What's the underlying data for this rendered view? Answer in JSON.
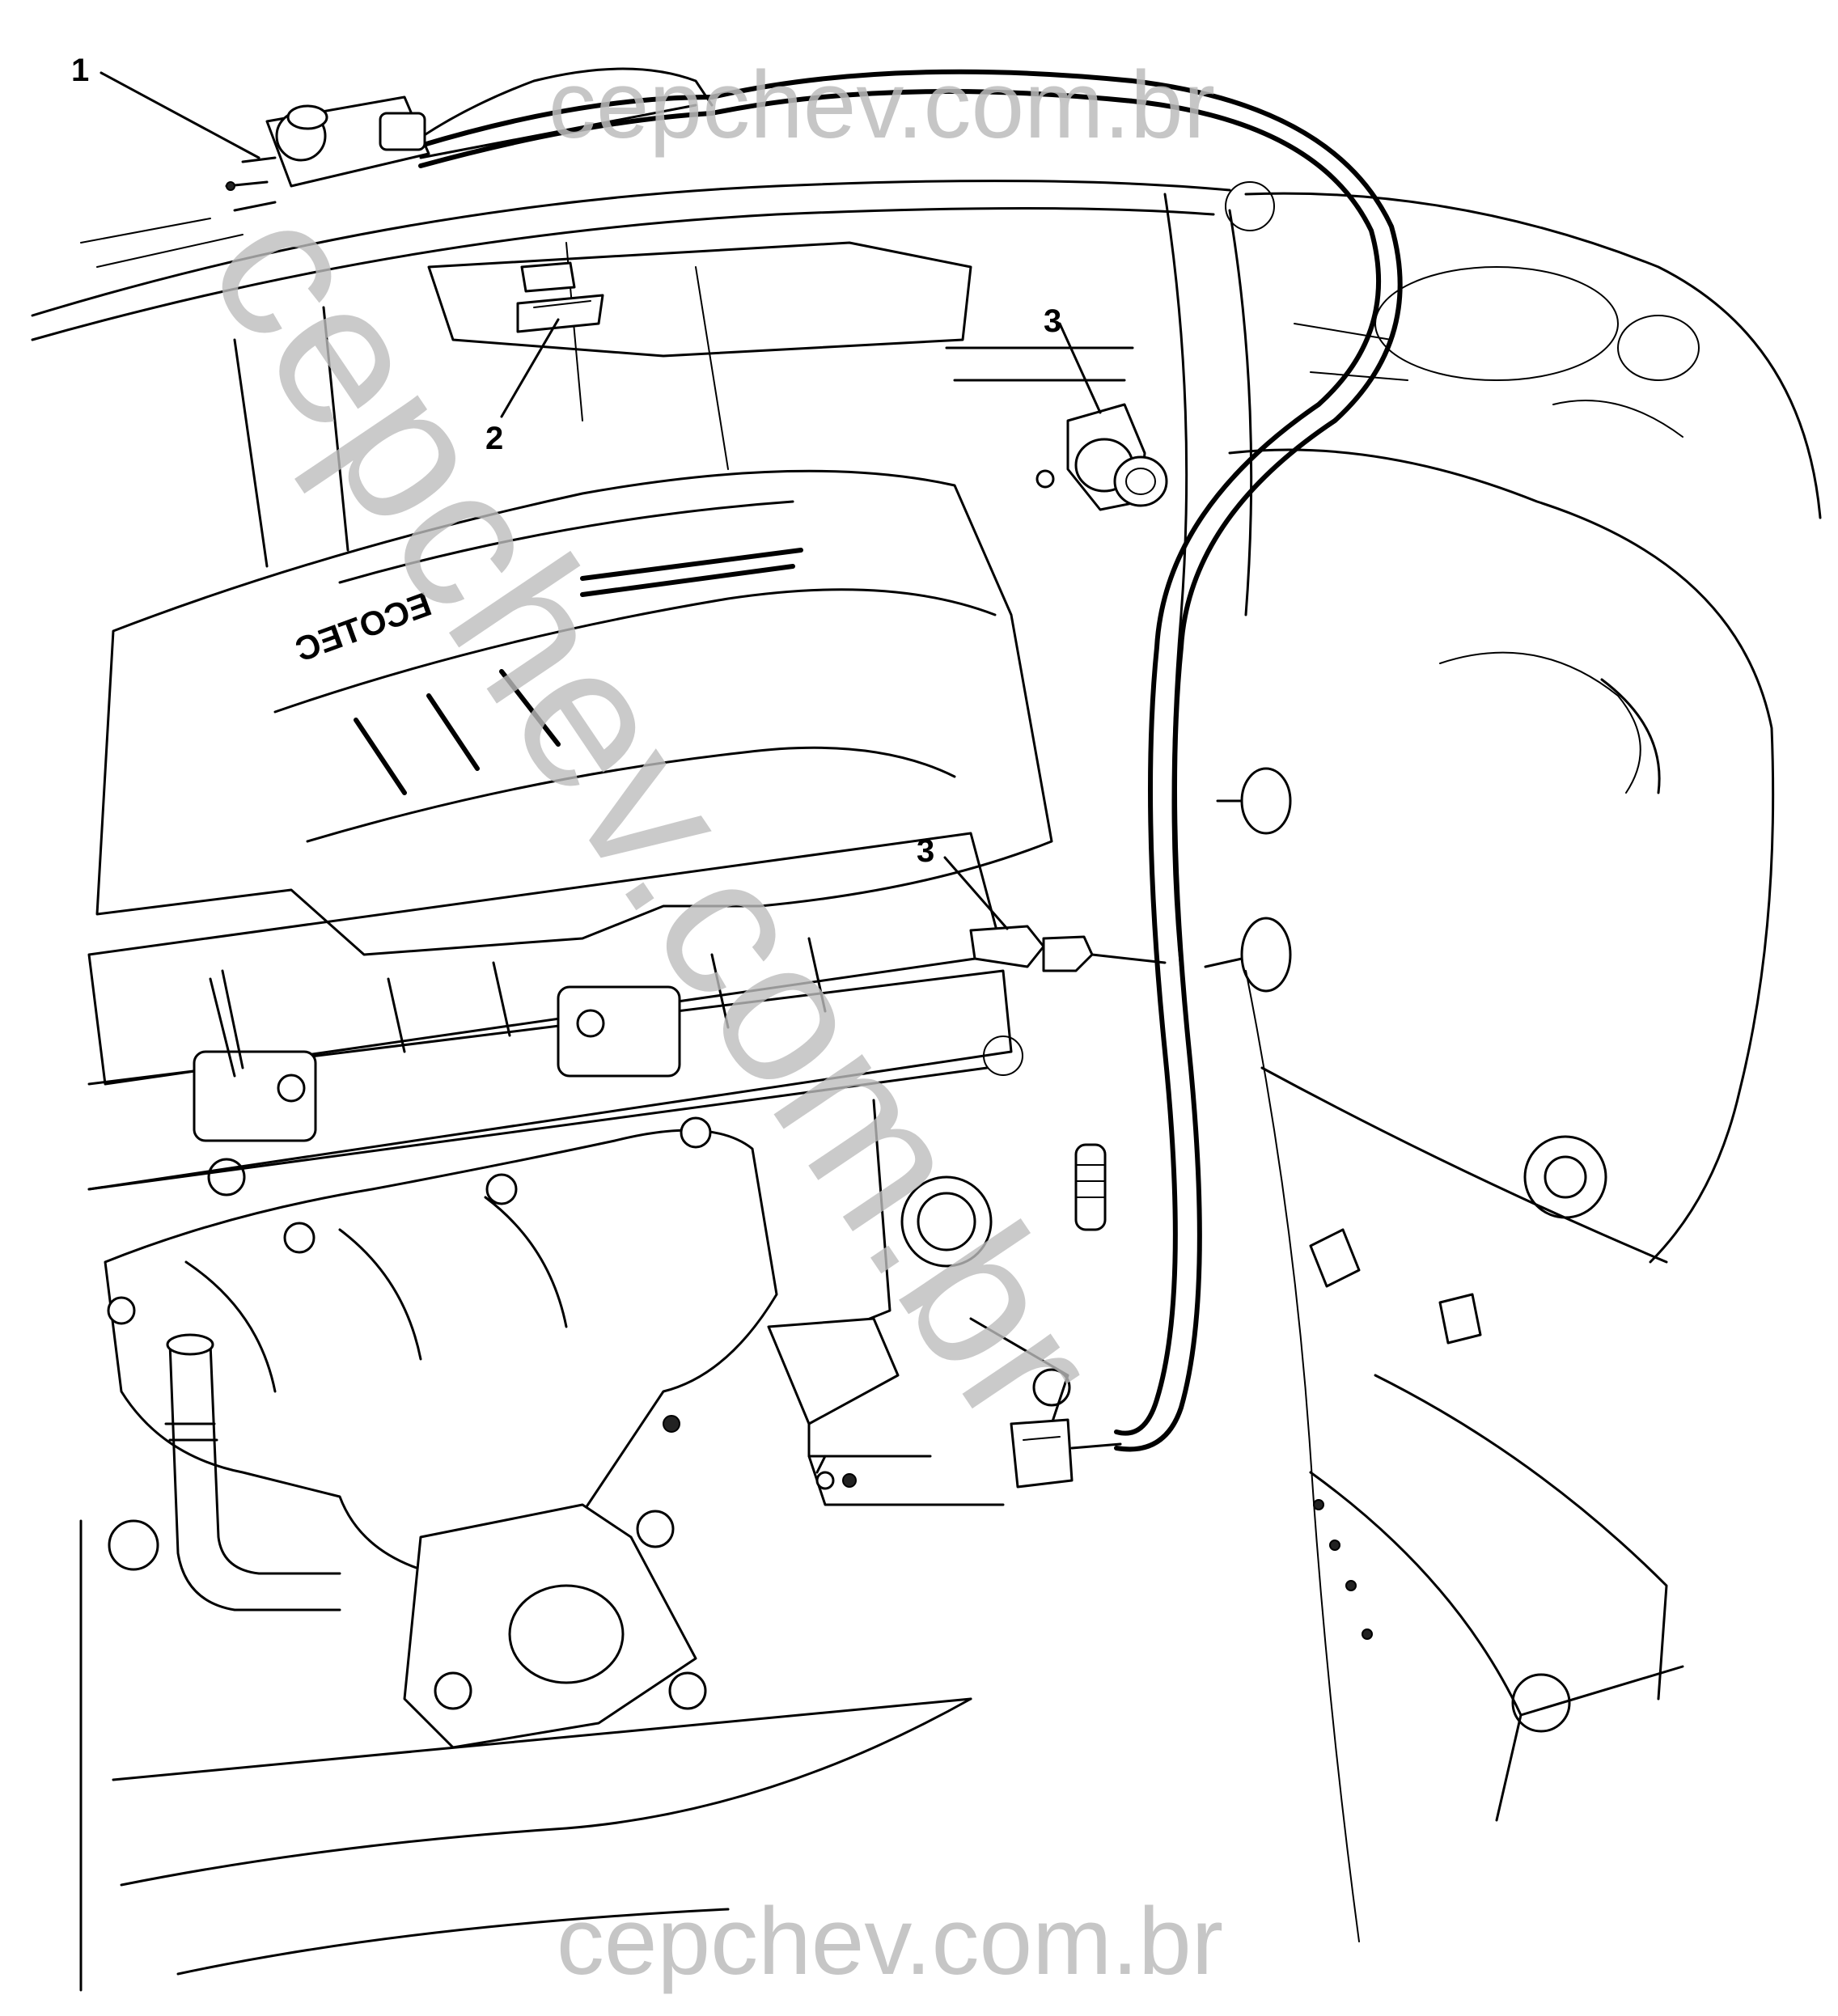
{
  "callouts": [
    {
      "id": "callout-1",
      "label": "1"
    },
    {
      "id": "callout-2",
      "label": "2"
    },
    {
      "id": "callout-3a",
      "label": "3"
    },
    {
      "id": "callout-3b",
      "label": "3"
    }
  ],
  "badge": "ECOTEC",
  "watermarks": {
    "top": "cepchev.com.br",
    "diagonal": "cepchev.com.br",
    "bottom": "cepchev.com.br"
  }
}
